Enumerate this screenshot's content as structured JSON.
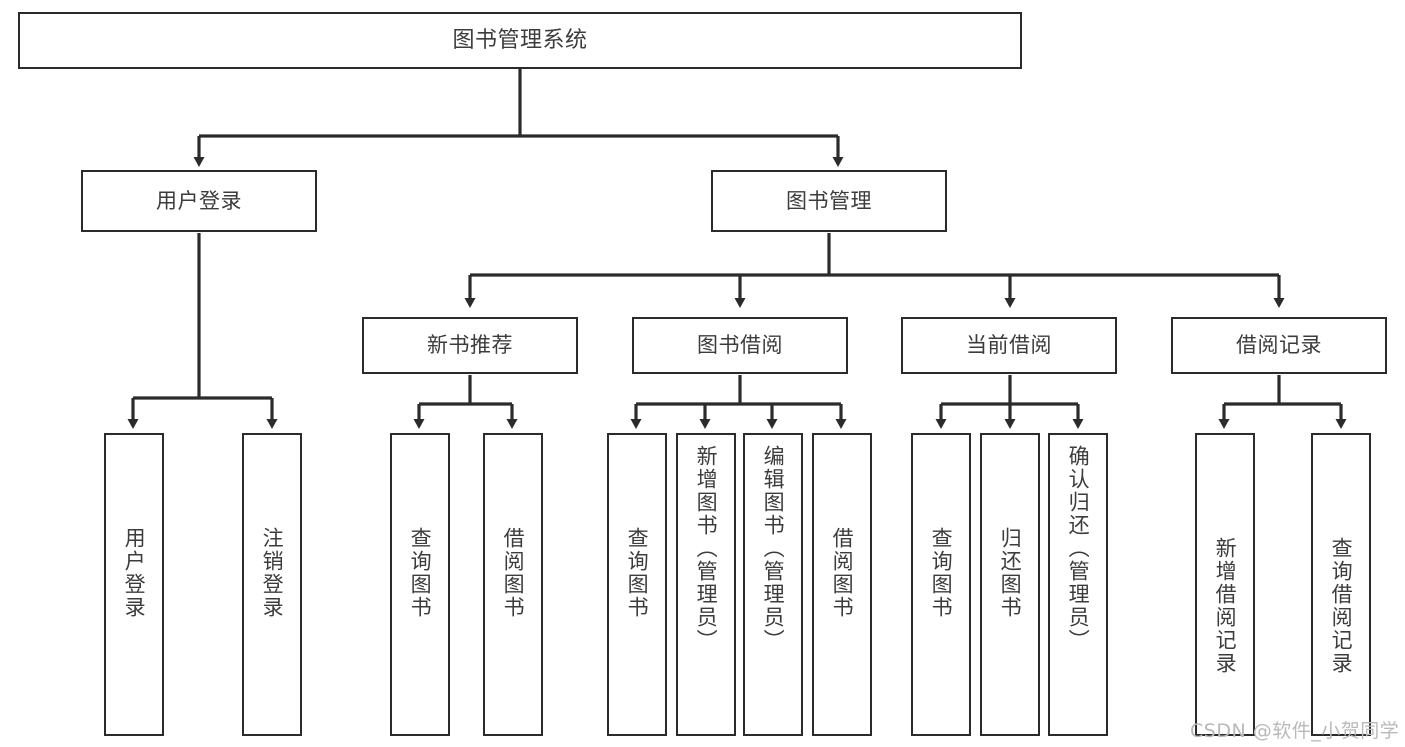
{
  "diagram": {
    "title": "图书管理系统",
    "type": "tree",
    "root": {
      "label": "图书管理系统"
    },
    "level2": [
      {
        "label": "用户登录"
      },
      {
        "label": "图书管理"
      }
    ],
    "level3": [
      {
        "label": "新书推荐"
      },
      {
        "label": "图书借阅"
      },
      {
        "label": "当前借阅"
      },
      {
        "label": "借阅记录"
      }
    ],
    "leaves": {
      "user_login": [
        {
          "label": "用户登录"
        },
        {
          "label": "注销登录"
        }
      ],
      "new_book_recommend": [
        {
          "label": "查询图书"
        },
        {
          "label": "借阅图书"
        }
      ],
      "book_borrow": [
        {
          "label": "查询图书"
        },
        {
          "label": "新增图书（管理员）"
        },
        {
          "label": "编辑图书（管理员）"
        },
        {
          "label": "借阅图书"
        }
      ],
      "current_borrow": [
        {
          "label": "查询图书"
        },
        {
          "label": "归还图书"
        },
        {
          "label": "确认归还（管理员）"
        }
      ],
      "borrow_record": [
        {
          "label": "新增借阅记录"
        },
        {
          "label": "查询借阅记录"
        }
      ]
    }
  },
  "watermark": {
    "text": "CSDN @软件_小贺同学"
  },
  "colors": {
    "stroke": "#2b2b2b",
    "text": "#3c3c3c",
    "background": "#ffffff",
    "watermark": "#b9b9b9"
  }
}
